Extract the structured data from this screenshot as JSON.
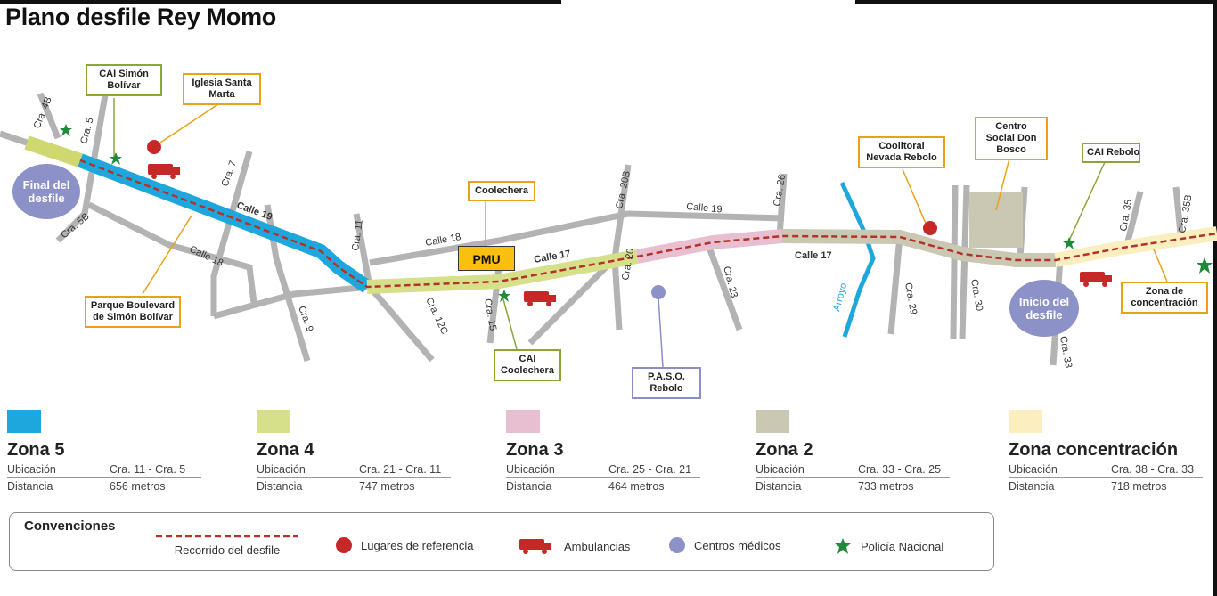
{
  "title": "Plano desfile Rey Momo",
  "pmu": "PMU",
  "start_label": "Inicio del desfile",
  "end_label": "Final del desfile",
  "places": {
    "cai_simon": "CAI Simón Bolívar",
    "iglesia": "Iglesia Santa Marta",
    "coolechera": "Coolechera",
    "coolitoral": "Coolitoral Nevada Rebolo",
    "centro_social": "Centro Social Don Bosco",
    "cai_rebolo": "CAI Rebolo",
    "parque": "Parque Boulevard de Simón Bolívar",
    "cai_coolechera": "CAI Coolechera",
    "paso_rebolo": "P.A.S.O. Rebolo",
    "zona_concentracion": "Zona de concentración"
  },
  "streets": {
    "cra4b": "Cra. 4B",
    "cra5": "Cra. 5",
    "cra5b": "Cra. 5B",
    "cra7": "Cra. 7",
    "calle19a": "Calle 19",
    "calle18a": "Calle 18",
    "cra9": "Cra. 9",
    "cra11": "Cra. 11",
    "calle18b": "Calle 18",
    "cra12c": "Cra. 12C",
    "cra15": "Cra. 15",
    "calle17a": "Calle 17",
    "cra20b": "Cra. 20B",
    "cra20": "Cra. 20",
    "calle19b": "Calle 19",
    "cra23": "Cra. 23",
    "cra26": "Cra. 26",
    "calle17b": "Calle 17",
    "arroyo": "Arroyo",
    "cra29": "Cra. 29",
    "cra30": "Cra. 30",
    "cra33": "Cra. 33",
    "cra35": "Cra. 35",
    "cra35b": "Cra. 35B"
  },
  "zones": [
    {
      "name": "Zona 5",
      "color": "#1ea7dc",
      "ubic_label": "Ubicación",
      "ubic": "Cra. 11 - Cra. 5",
      "dist_label": "Distancia",
      "dist": "656 metros"
    },
    {
      "name": "Zona 4",
      "color": "#d6df8a",
      "ubic_label": "Ubicación",
      "ubic": "Cra. 21 - Cra. 11",
      "dist_label": "Distancia",
      "dist": "747 metros"
    },
    {
      "name": "Zona 3",
      "color": "#e8bfd1",
      "ubic_label": "Ubicación",
      "ubic": "Cra. 25 - Cra. 21",
      "dist_label": "Distancia",
      "dist": "464 metros"
    },
    {
      "name": "Zona 2",
      "color": "#cac7b2",
      "ubic_label": "Ubicación",
      "ubic": "Cra. 33 - Cra. 25",
      "dist_label": "Distancia",
      "dist": "733 metros"
    },
    {
      "name": "Zona concentración",
      "color": "#fbefc0",
      "ubic_label": "Ubicación",
      "ubic": "Cra. 38 - Cra. 33",
      "dist_label": "Distancia",
      "dist": "718 metros"
    }
  ],
  "legend": {
    "title": "Convenciones",
    "route": "Recorrido del desfile",
    "reference": "Lugares de referencia",
    "ambulance": "Ambulancias",
    "medical": "Centros médicos",
    "police": "Policía Nacional"
  },
  "colors": {
    "route": "#b5322a",
    "reference": "#c62828",
    "ambulance": "#c62828",
    "medical": "#8c92c8",
    "police": "#1f8a3a",
    "road": "#b5b5b5"
  }
}
